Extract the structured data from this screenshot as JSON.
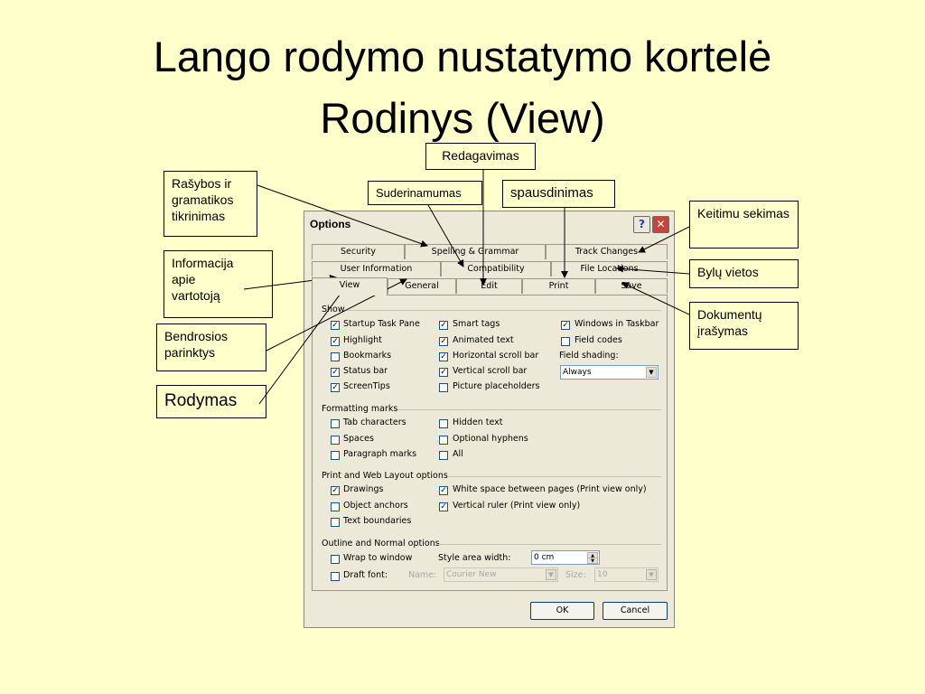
{
  "slide": {
    "title_line1": "Lango rodymo nustatymo kortelė",
    "title_line2": "Rodinys (View)"
  },
  "callouts": {
    "redagavimas": "Redagavimas",
    "suderinamumas": "Suderinamumas",
    "spausdinimas": "spausdinimas",
    "rasybos": "Rašybos ir gramatikos tikrinimas",
    "keitimu": "Keitimu sekimas",
    "informacija": "Informacija apie vartotoją",
    "bylu": "Bylų vietos",
    "bendrosios": "Bendrosios parinktys",
    "dokumentu": "Dokumentų įrašymas",
    "rodymas": "Rodymas"
  },
  "dialog": {
    "title": "Options",
    "help_glyph": "?",
    "close_glyph": "✕",
    "tabs_row1": [
      "Security",
      "Spelling & Grammar",
      "Track Changes"
    ],
    "tabs_row2": [
      "User Information",
      "Compatibility",
      "File Locations"
    ],
    "tabs_row3": [
      "View",
      "General",
      "Edit",
      "Print",
      "Save"
    ],
    "active_tab": "View",
    "show": {
      "header": "Show",
      "col1": [
        {
          "label": "Startup Task Pane",
          "checked": true
        },
        {
          "label": "Highlight",
          "checked": true
        },
        {
          "label": "Bookmarks",
          "checked": false
        },
        {
          "label": "Status bar",
          "checked": true
        },
        {
          "label": "ScreenTips",
          "checked": true
        }
      ],
      "col2": [
        {
          "label": "Smart tags",
          "checked": true
        },
        {
          "label": "Animated text",
          "checked": true
        },
        {
          "label": "Horizontal scroll bar",
          "checked": true
        },
        {
          "label": "Vertical scroll bar",
          "checked": true
        },
        {
          "label": "Picture placeholders",
          "checked": false
        }
      ],
      "col3": [
        {
          "label": "Windows in Taskbar",
          "checked": true
        },
        {
          "label": "Field codes",
          "checked": false
        }
      ],
      "field_shading_label": "Field shading:",
      "field_shading_value": "Always"
    },
    "formatting": {
      "header": "Formatting marks",
      "col1": [
        {
          "label": "Tab characters",
          "checked": false
        },
        {
          "label": "Spaces",
          "checked": false
        },
        {
          "label": "Paragraph marks",
          "checked": false
        }
      ],
      "col2": [
        {
          "label": "Hidden text",
          "checked": false
        },
        {
          "label": "Optional hyphens",
          "checked": false
        },
        {
          "label": "All",
          "checked": false
        }
      ]
    },
    "print_web": {
      "header": "Print and Web Layout options",
      "col1": [
        {
          "label": "Drawings",
          "checked": true
        },
        {
          "label": "Object anchors",
          "checked": false
        },
        {
          "label": "Text boundaries",
          "checked": false
        }
      ],
      "col2": [
        {
          "label": "White space between pages (Print view only)",
          "checked": true
        },
        {
          "label": "Vertical ruler (Print view only)",
          "checked": true
        }
      ]
    },
    "outline": {
      "header": "Outline and Normal options",
      "wrap_label": "Wrap to window",
      "wrap_checked": false,
      "style_area_label": "Style area width:",
      "style_area_value": "0 cm",
      "draft_label": "Draft font:",
      "draft_checked": false,
      "name_label": "Name:",
      "name_value": "Courier New",
      "size_label": "Size:",
      "size_value": "10"
    },
    "ok_label": "OK",
    "cancel_label": "Cancel",
    "check_glyph": "✓",
    "dropdown_glyph": "▼",
    "spin_up_glyph": "▲",
    "spin_down_glyph": "▼"
  }
}
